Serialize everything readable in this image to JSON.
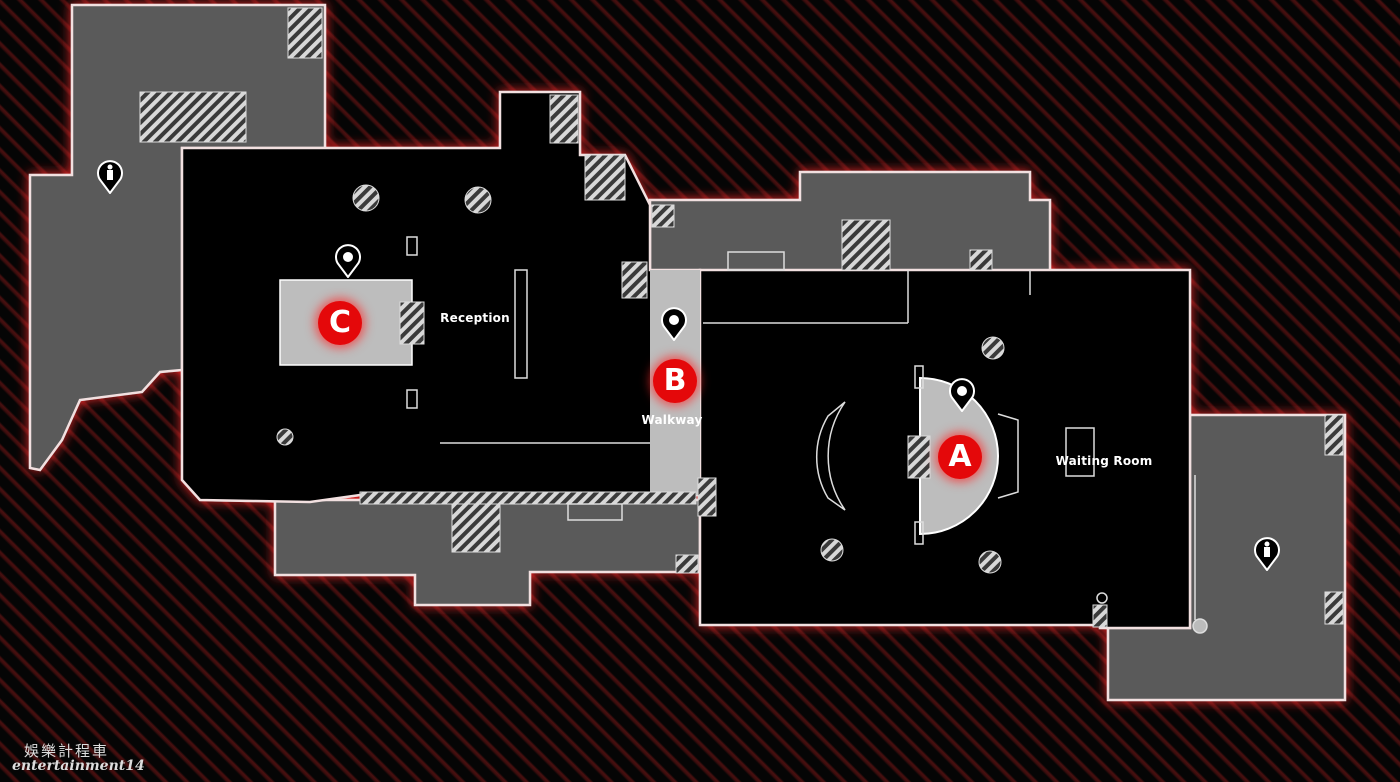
{
  "map": {
    "rooms": {
      "reception": "Reception",
      "walkway": "Walkway",
      "waiting_room": "Waiting Room"
    },
    "sites": {
      "a": "A",
      "b": "B",
      "c": "C"
    },
    "colors": {
      "site_marker": "#e4080a",
      "outline_glow": "#ff2a2a",
      "outer_floor": "#5a5a5a",
      "site_floor": "#bdbdbd",
      "main_floor": "#000000"
    }
  },
  "watermark": {
    "chinese": "娛樂計程車",
    "latin": "entertainment14"
  }
}
